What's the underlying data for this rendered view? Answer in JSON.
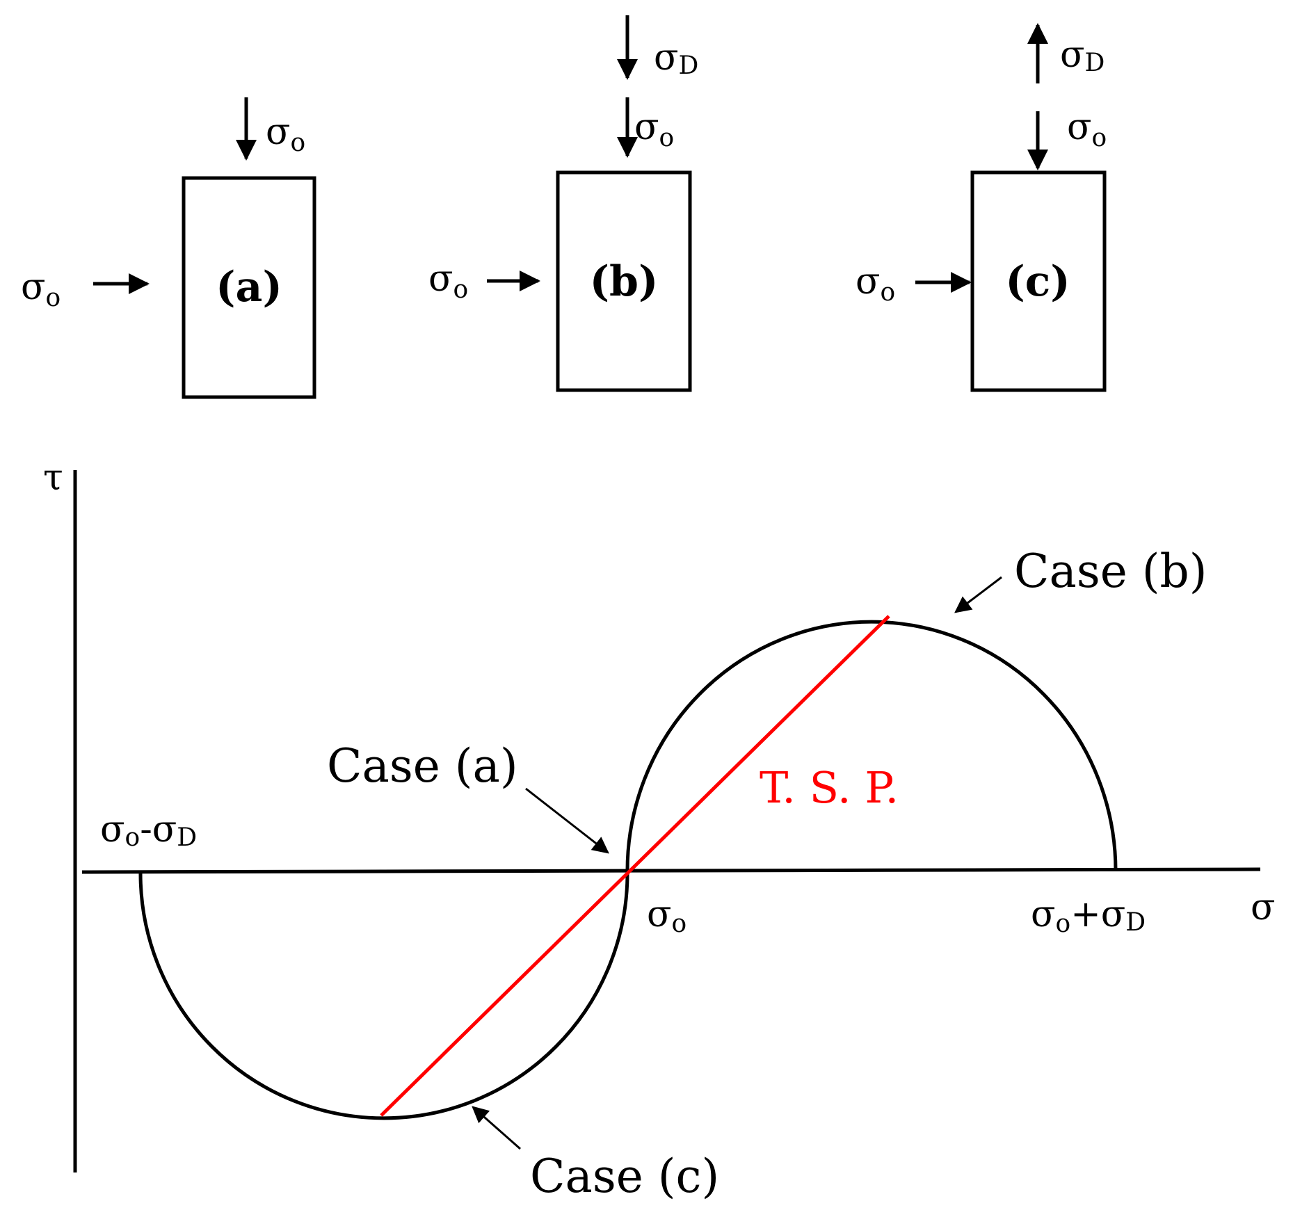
{
  "colors": {
    "ink": "#000000",
    "tsp_line": "#ff0000",
    "background": "#ffffff"
  },
  "elements": {
    "box_a": {
      "label": "(a)"
    },
    "box_b": {
      "label": "(b)"
    },
    "box_c": {
      "label": "(c)"
    }
  },
  "labels": {
    "sigma": "σ",
    "sub_o": "o",
    "sub_D": "D",
    "tau": "τ",
    "minus": "-",
    "plus": "+",
    "case_a": "Case (a)",
    "case_b": "Case (b)",
    "case_c": "Case (c)",
    "tsp": "T. S. P."
  }
}
